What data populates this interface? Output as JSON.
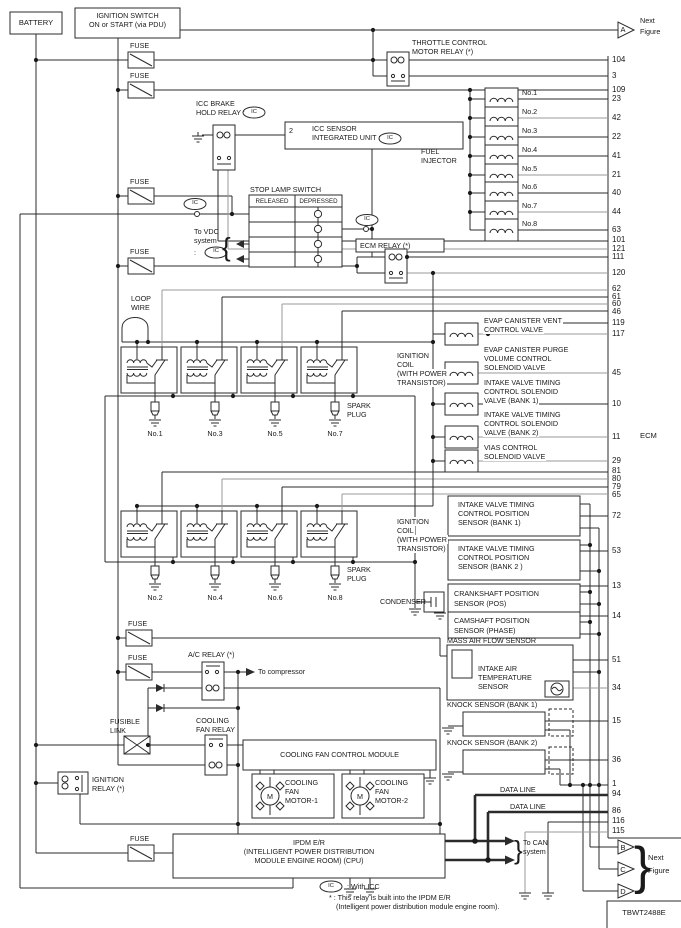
{
  "power": {
    "battery": "BATTERY",
    "ignition_switch": [
      "IGNITION SWITCH",
      "ON or START (via PDU)"
    ],
    "fuse": "FUSE",
    "fusible_link": [
      "FUSIBLE",
      "LINK"
    ]
  },
  "relays": {
    "throttle": [
      "THROTTLE CONTROL",
      "MOTOR RELAY (*)"
    ],
    "icc_brake": [
      "ICC BRAKE",
      "HOLD RELAY :"
    ],
    "ecm": "ECM RELAY (*)",
    "ac": "A/C RELAY (*)",
    "cooling_fan": [
      "COOLING",
      "FAN RELAY"
    ],
    "ignition": [
      "IGNITION",
      "RELAY (*)"
    ]
  },
  "icc_unit": {
    "pin": "2",
    "line1": "ICC SENSOR",
    "line2": "INTEGRATED UNIT :"
  },
  "stop_lamp": {
    "title": "STOP LAMP SWITCH",
    "released": "RELEASED",
    "depressed": "DEPRESSED",
    "vdc": [
      "To VDC",
      "system",
      ":"
    ]
  },
  "injectors": {
    "group": [
      "FUEL",
      "INJECTOR"
    ],
    "items": [
      "No.1",
      "No.2",
      "No.3",
      "No.4",
      "No.5",
      "No.6",
      "No.7",
      "No.8"
    ]
  },
  "coils": {
    "loop": [
      "LOOP",
      "WIRE"
    ],
    "label": [
      "IGNITION",
      "COIL",
      "(WITH POWER",
      "TRANSISTOR)"
    ],
    "spark": [
      "SPARK",
      "PLUG"
    ],
    "bank1": [
      "No.1",
      "No.3",
      "No.5",
      "No.7"
    ],
    "bank2": [
      "No.2",
      "No.4",
      "No.6",
      "No.8"
    ],
    "condenser": "CONDENSER"
  },
  "valves": {
    "evap_vent": [
      "EVAP CANISTER VENT",
      "CONTROL VALVE"
    ],
    "evap_purge": [
      "EVAP CANISTER PURGE",
      "VOLUME CONTROL",
      "SOLENOID VALVE"
    ],
    "ivt_sol_b1": [
      "INTAKE VALVE TIMING",
      "CONTROL SOLENOID",
      "VALVE (BANK 1)"
    ],
    "ivt_sol_b2": [
      "INTAKE VALVE TIMING",
      "CONTROL SOLENOID",
      "VALVE (BANK 2)"
    ],
    "vias": [
      "VIAS CONTROL",
      "SOLENOID VALVE"
    ]
  },
  "sensors": {
    "ivt_pos_b1": [
      "INTAKE VALVE TIMING",
      "CONTROL POSITION",
      "SENSOR (BANK 1)"
    ],
    "ivt_pos_b2": [
      "INTAKE VALVE TIMING",
      "CONTROL POSITION",
      "SENSOR (BANK 2 )"
    ],
    "crank": [
      "CRANKSHAFT POSITION",
      "SENSOR (POS)"
    ],
    "cam": [
      "CAMSHAFT POSITION",
      "SENSOR (PHASE)"
    ],
    "maf": "MASS AIR FLOW SENSOR",
    "iat": [
      "INTAKE AIR",
      "TEMPERATURE",
      "SENSOR"
    ],
    "knock1": "KNOCK SENSOR (BANK 1)",
    "knock2": "KNOCK SENSOR (BANK 2)"
  },
  "cooling": {
    "module": "COOLING FAN CONTROL MODULE",
    "motor1": [
      "COOLING",
      "FAN",
      "MOTOR-1"
    ],
    "motor2": [
      "COOLING",
      "FAN",
      "MOTOR-2"
    ],
    "motor_letter": "M"
  },
  "ipdm": {
    "lines": [
      "IPDM E/R",
      "(INTELLIGENT POWER DISTRIBUTION",
      "MODULE ENGINE ROOM) (CPU)"
    ]
  },
  "ecm": {
    "label": "ECM",
    "pins": [
      "104",
      "3",
      "109",
      "23",
      "42",
      "22",
      "41",
      "21",
      "40",
      "44",
      "63",
      "101",
      "121",
      "111",
      "120",
      "62",
      "61",
      "60",
      "46",
      "119",
      "117",
      "45",
      "10",
      "11",
      "29",
      "81",
      "80",
      "79",
      "65",
      "72",
      "53",
      "13",
      "14",
      "51",
      "34",
      "15",
      "36",
      "1",
      "94",
      "86",
      "116",
      "115"
    ]
  },
  "misc": {
    "to_compressor": "To compressor",
    "data_line": "DATA LINE",
    "to_can": [
      "To CAN",
      "system"
    ],
    "next_figure": [
      "Next",
      "Figure"
    ],
    "triangles": [
      "A",
      "B",
      "C",
      "D"
    ],
    "ic": "IC",
    "with_icc": ": With ICC",
    "note1": "* : This relay is built into the IPDM E/R",
    "note2": "(Intelligent power distribution module engine room).",
    "code": "TBWT2488E",
    "brace_open": "{",
    "brace_close": "}"
  }
}
